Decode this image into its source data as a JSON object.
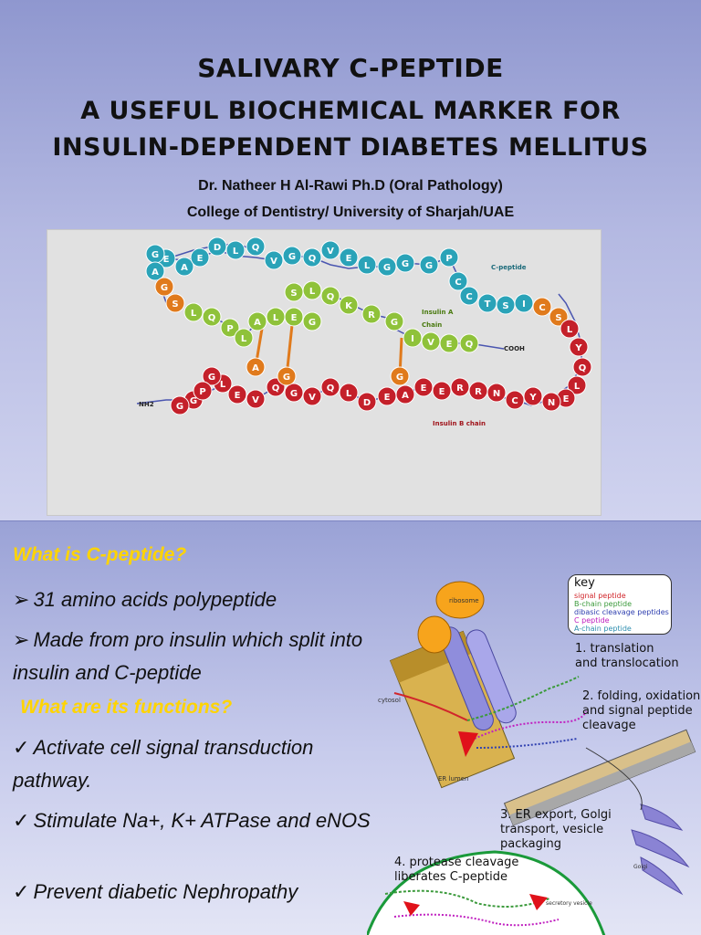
{
  "slide1": {
    "title_line1": "Salivary C-peptide",
    "title_line2": "a useful biochemical marker for",
    "title_line3": "Insulin-dependent Diabetes Mellitus",
    "author": "Dr. Natheer H Al-Rawi Ph.D (Oral Pathology)",
    "affiliation": "College of Dentistry/ University of Sharjah/UAE",
    "figure": {
      "label_cpeptide": "C-peptide",
      "label_achain_1": "Insulin A",
      "label_achain_2": "Chain",
      "label_cooh": "COOH",
      "label_nh2": "NH2",
      "label_bchain": "Insulin B chain",
      "colors": {
        "teal": "#2aa3b8",
        "green": "#8fc23a",
        "orange": "#e07a1c",
        "red": "#c4202a"
      }
    }
  },
  "slide2": {
    "q1": "What is C-peptide?",
    "b1": "31 amino acids polypeptide",
    "b2": "Made from pro insulin which split into insulin and C-peptide",
    "q2": "What are its functions?",
    "c1": "Activate cell signal transduction pathway.",
    "c2": "Stimulate Na+, K+ ATPase and eNOS",
    "c3": "Prevent diabetic Nephropathy",
    "markers": {
      "arrow": "➢",
      "check": "✓"
    },
    "figure": {
      "key_title": "key",
      "key_items": [
        "signal peptide",
        "B-chain peptide",
        "dibasic cleavage peptides",
        "C peptide",
        "A-chain peptide"
      ],
      "key_colors": [
        "#d1262b",
        "#3b9a3b",
        "#3040b0",
        "#c020c0",
        "#2f8fb0"
      ],
      "ribosome": "ribosome",
      "cytosol": "cytosol",
      "er_lumen": "ER lumen",
      "golgi": "Golgi",
      "secretory_vesicle": "secretory vesicle",
      "step1": [
        "1. translation",
        "and translocation"
      ],
      "step2": [
        "2. folding, oxidation",
        "and signal peptide",
        "cleavage"
      ],
      "step3": [
        "3. ER export, Golgi",
        "transport, vesicle",
        "packaging"
      ],
      "step4": [
        "4. protease cleavage",
        "liberates C-peptide"
      ]
    }
  }
}
